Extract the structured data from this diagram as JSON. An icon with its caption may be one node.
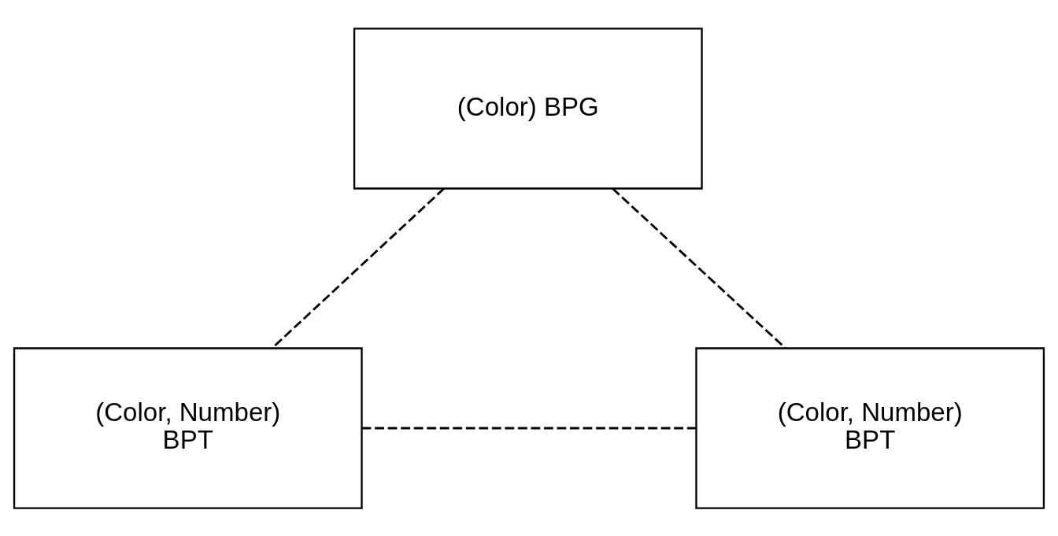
{
  "diagram": {
    "nodes": [
      {
        "text": [
          "(Color) BPG"
        ]
      },
      {
        "text": [
          "(Color, Number) BPT"
        ]
      },
      {
        "text": [
          "(Color, Number) BPT"
        ]
      }
    ],
    "edges": [
      {
        "from": 0,
        "to": 1,
        "arrow": "none",
        "style": "dashed"
      },
      {
        "from": 0,
        "to": 2,
        "arrow": "none",
        "style": "dashed"
      },
      {
        "from": 1,
        "to": 2,
        "arrow": "none",
        "style": "dashed"
      }
    ]
  }
}
